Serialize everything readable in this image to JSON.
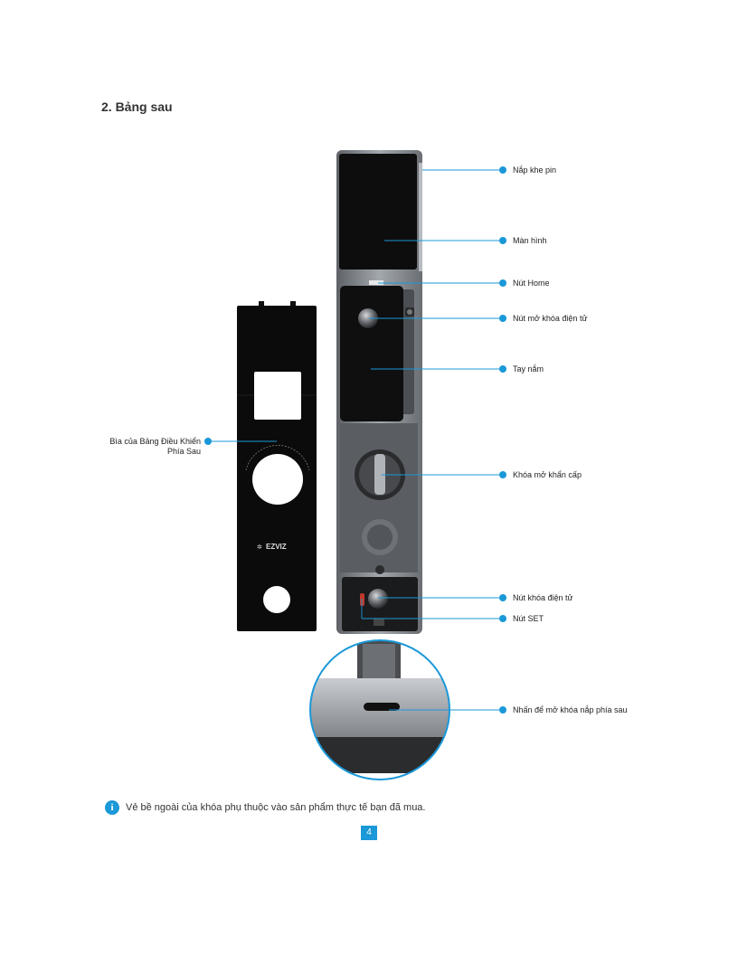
{
  "section_title": "2. Bảng sau",
  "callouts": {
    "battery_cover": "Nắp khe pin",
    "screen": "Màn hình",
    "home_button": "Nút Home",
    "electronic_unlock": "Nút mở khóa điện tử",
    "handle": "Tay nắm",
    "emergency_lock": "Khóa mở khẩn cấp",
    "electronic_lock": "Nút khóa điện tử",
    "set_button": "Nút SET",
    "press_unlock_back_cover": "Nhấn để mở khóa nắp phía sau",
    "back_panel_cover_line1": "Bìa của Bảng Điều Khiển",
    "back_panel_cover_line2": "Phía Sau"
  },
  "logo": {
    "brand": "EZVIZ"
  },
  "note": {
    "icon": "info-icon",
    "text": "Vẻ bề ngoài của khóa phụ thuộc vào sản phẩm thực tế bạn đã mua."
  },
  "page_number": "4",
  "colors": {
    "accent": "#1a98d8",
    "panel": "#0b0b0b",
    "metal": "#8e9398"
  }
}
